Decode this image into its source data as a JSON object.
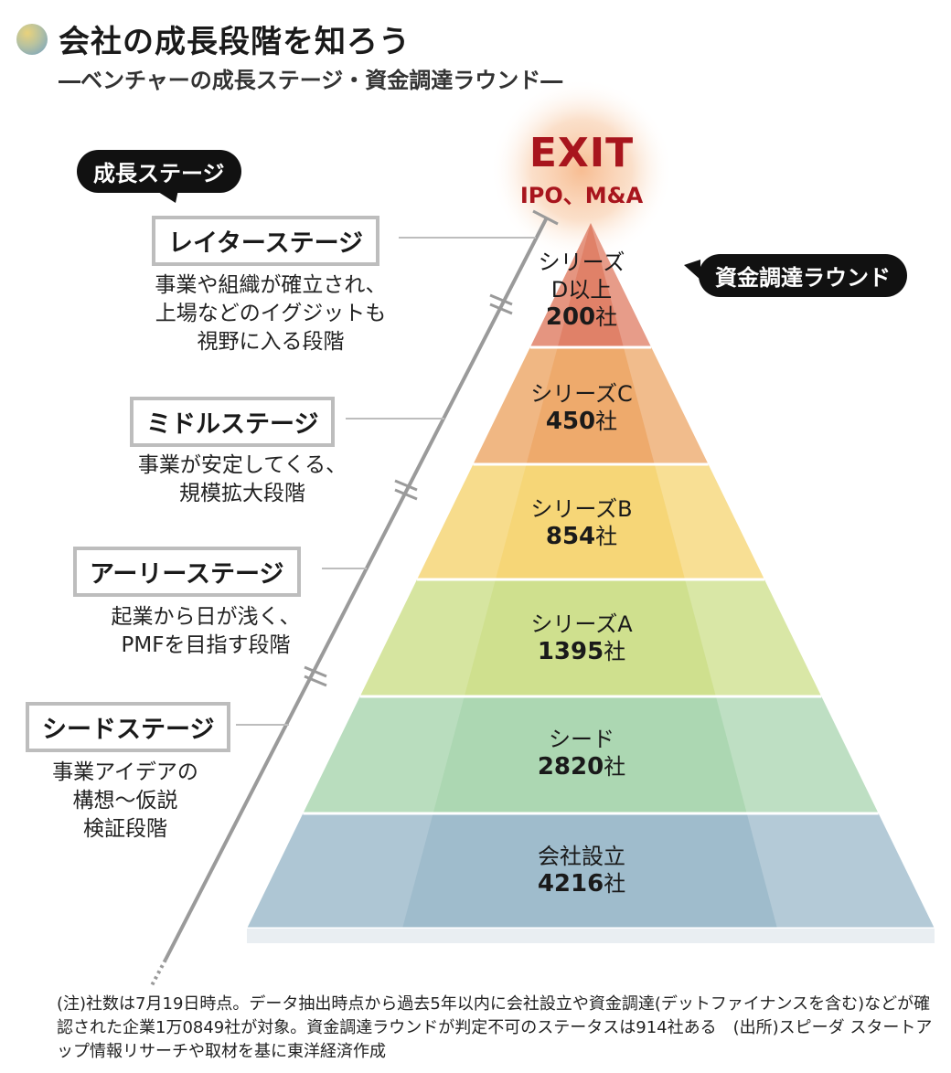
{
  "title": "会社の成長段階を知ろう",
  "subtitle": "―ベンチャーの成長ステージ・資金調達ラウンド―",
  "exit": {
    "title": "EXIT",
    "subtitle": "IPO、M&A"
  },
  "legend": {
    "stage_pill": "成長ステージ",
    "round_pill": "資金調達ラウンド"
  },
  "stages": [
    {
      "name": "レイターステージ",
      "desc": [
        "事業や組織が確立され、",
        "上場などのイグジットも",
        "視野に入る段階"
      ]
    },
    {
      "name": "ミドルステージ",
      "desc": [
        "事業が安定してくる、",
        "規模拡大段階"
      ]
    },
    {
      "name": "アーリーステージ",
      "desc": [
        "起業から日が浅く、",
        "PMFを目指す段階"
      ]
    },
    {
      "name": "シードステージ",
      "desc": [
        "事業アイデアの",
        "構想～仮説",
        "検証段階"
      ]
    }
  ],
  "tiers": [
    {
      "label_lines": [
        "シリーズ",
        "D以上"
      ],
      "count": "200",
      "unit": "社",
      "color": "#e08168"
    },
    {
      "label_lines": [
        "シリーズC"
      ],
      "count": "450",
      "unit": "社",
      "color": "#eeaa6c"
    },
    {
      "label_lines": [
        "シリーズB"
      ],
      "count": "854",
      "unit": "社",
      "color": "#f6d677"
    },
    {
      "label_lines": [
        "シリーズA"
      ],
      "count": "1395",
      "unit": "社",
      "color": "#cfe08e"
    },
    {
      "label_lines": [
        "シード"
      ],
      "count": "2820",
      "unit": "社",
      "color": "#acd7b2"
    },
    {
      "label_lines": [
        "会社設立"
      ],
      "count": "4216",
      "unit": "社",
      "color": "#9fbccc"
    }
  ],
  "note": "(注)社数は7月19日時点。データ抽出時点から過去5年以内に会社設立や資金調達(デットファイナンスを含む)などが確認された企業1万0849社が対象。資金調達ラウンドが判定不可のステータスは914社ある　(出所)スピーダ スタートアップ情報リサーチや取材を基に東洋経済作成"
}
